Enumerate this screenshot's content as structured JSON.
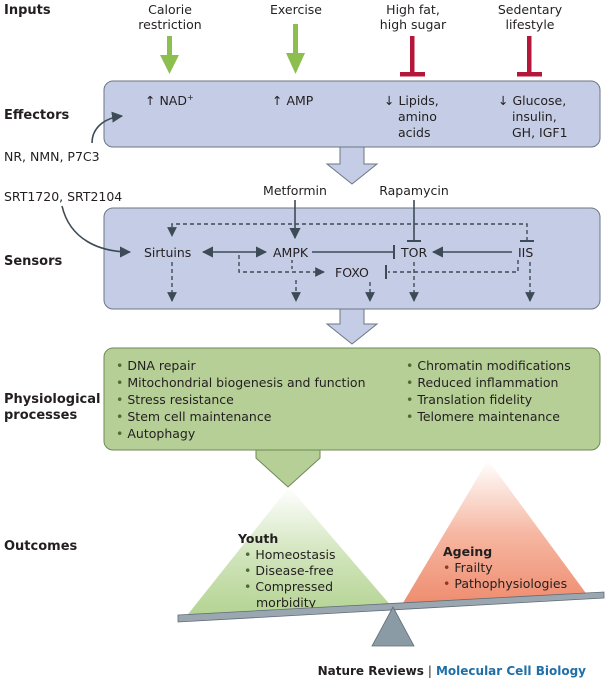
{
  "sections": {
    "inputs": "Inputs",
    "effectors": "Effectors",
    "sensors": "Sensors",
    "physiological_1": "Physiological",
    "physiological_2": "processes",
    "outcomes": "Outcomes"
  },
  "inputs": {
    "calorie_1": "Calorie",
    "calorie_2": "restriction",
    "exercise": "Exercise",
    "highfat_1": "High fat,",
    "highfat_2": "high sugar",
    "sedentary_1": "Sedentary",
    "sedentary_2": "lifestyle"
  },
  "effectors": {
    "nad": "↑ NAD",
    "nad_sup": "+",
    "amp": "↑ AMP",
    "lipids_1": "↓ Lipids,",
    "lipids_2": "amino",
    "lipids_3": "acids",
    "glucose_1": "↓ Glucose,",
    "glucose_2": "insulin,",
    "glucose_3": "GH, IGF1"
  },
  "drugs": {
    "nr": "NR, NMN, P7C3",
    "srt": "SRT1720, SRT2104",
    "metformin": "Metformin",
    "rapamycin": "Rapamycin"
  },
  "sensors": {
    "sirtuins": "Sirtuins",
    "ampk": "AMPK",
    "tor": "TOR",
    "iis": "IIS",
    "foxo": "FOXO"
  },
  "processes": {
    "left": [
      "DNA repair",
      "Mitochondrial biogenesis and function",
      "Stress resistance",
      "Stem cell maintenance",
      "Autophagy"
    ],
    "right": [
      "Chromatin modifications",
      "Reduced inflammation",
      "Translation fidelity",
      "Telomere maintenance"
    ]
  },
  "outcomes": {
    "youth": "Youth",
    "youth_items": [
      "Homeostasis",
      "Disease-free",
      "Compressed",
      "morbidity"
    ],
    "ageing": "Ageing",
    "ageing_items": [
      "Frailty",
      "Pathophysiologies"
    ]
  },
  "credit": {
    "journal": "Nature Reviews",
    "separator": "|",
    "subjournal": "Molecular Cell Biology"
  },
  "colors": {
    "effector_box": "#c5cde6",
    "process_box": "#b6cf97",
    "green_arrow": "#8cbf50",
    "red_inhibit": "#b5173a",
    "youth": "#bcd9a0",
    "ageing": "#f08e72",
    "fulcrum": "#8a9ba6"
  }
}
